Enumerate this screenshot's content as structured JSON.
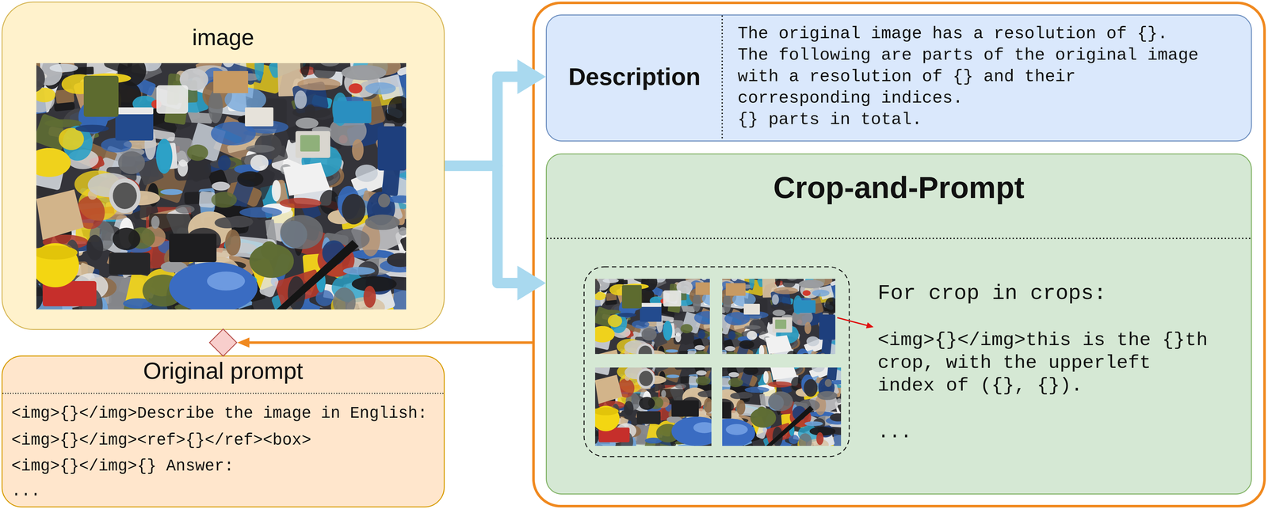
{
  "diagram": {
    "nodes": [
      {
        "text": [
          "image"
        ]
      },
      {
        "text": [
          "Original prompt",
          "<img>{}</img>Describe the image in English:",
          "<img>{}</img><ref>{}</ref><box>",
          "<img>{}</img>{} Answer:",
          "..."
        ]
      },
      {
        "text": []
      },
      {
        "text": [
          "Description",
          "The original image has a resolution of {}.",
          "The following are parts of the original image with a resolution of {} and their corresponding indices.",
          "{} parts in total."
        ],
        "in": 2
      },
      {
        "text": [
          "Crop-and-Prompt",
          "For crop in crops:",
          "<img>{}</img>this is the {}th crop, with the upperleft index of ({}, {}).",
          "..."
        ],
        "in": 2
      }
    ],
    "edges": [
      {
        "from": 0,
        "to": 3,
        "arrow": "to"
      },
      {
        "from": 0,
        "to": 4,
        "arrow": "to"
      },
      {
        "from": 2,
        "to": 0,
        "arrow": "to"
      }
    ]
  }
}
